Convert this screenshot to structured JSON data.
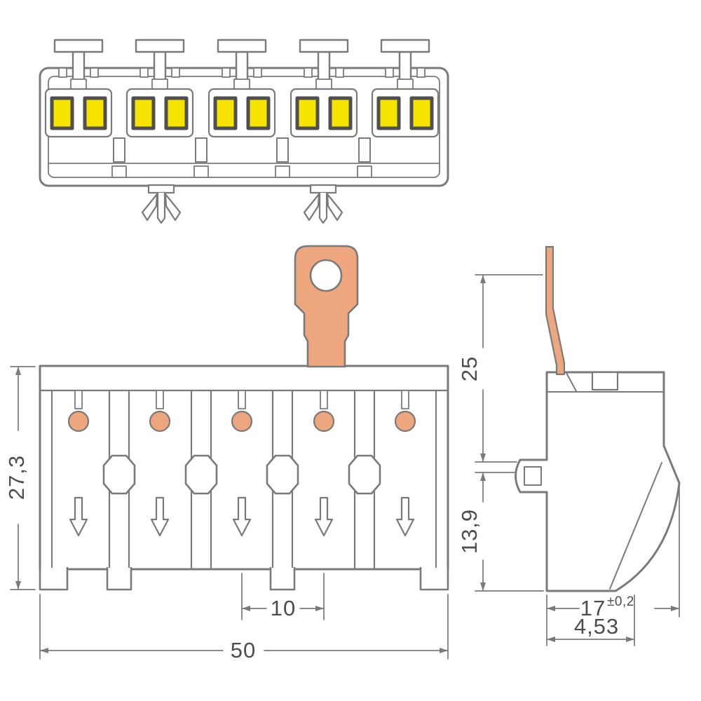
{
  "drawing": {
    "dimensions": {
      "total_height": "27,3",
      "total_width": "50",
      "pole_pitch": "10",
      "ground_contact_height": "25",
      "body_lower_height": "13,9",
      "depth": "17",
      "depth_tolerance": "±0,2",
      "bottom_offset": "4,53"
    },
    "colors": {
      "line": "#7a7a7a",
      "dimension_text": "#4d4d4d",
      "copper": "#EDA67D",
      "yellow": "#F6E400",
      "clamp_border": "#4f4f4f",
      "background": "#ffffff"
    }
  }
}
